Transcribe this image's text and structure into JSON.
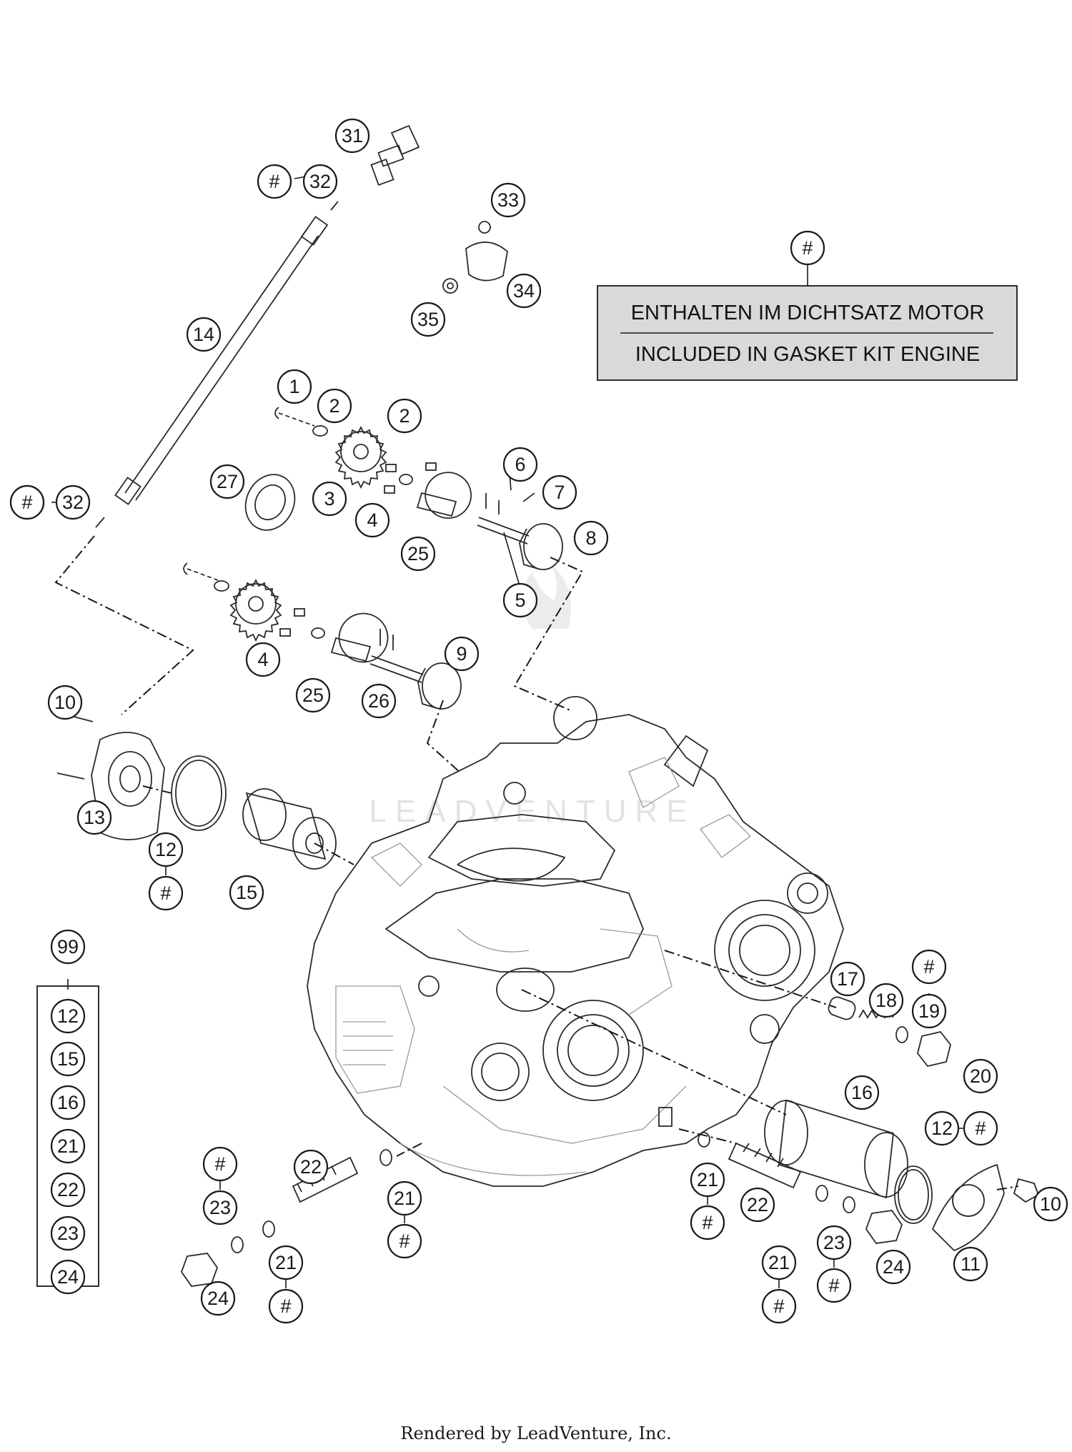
{
  "note_box": {
    "marker": "#",
    "line1": "ENTHALTEN IM DICHTSATZ MOTOR",
    "line2": "INCLUDED IN GASKET KIT ENGINE"
  },
  "kit": {
    "label": "99",
    "items": [
      "12",
      "15",
      "16",
      "21",
      "22",
      "23",
      "24"
    ]
  },
  "callouts": [
    "31",
    "#",
    "32",
    "33",
    "34",
    "35",
    "14",
    "#",
    "1",
    "2",
    "2",
    "6",
    "7",
    "27",
    "3",
    "4",
    "25",
    "8",
    "5",
    "#",
    "32",
    "4",
    "25",
    "26",
    "9",
    "10",
    "13",
    "12",
    "#",
    "15",
    "17",
    "18",
    "#",
    "19",
    "20",
    "16",
    "12",
    "#",
    "10",
    "11",
    "#",
    "23",
    "22",
    "21",
    "#",
    "21",
    "#",
    "24",
    "21",
    "#",
    "22",
    "21",
    "#",
    "23",
    "#",
    "24"
  ],
  "watermark": "LEADVENTURE",
  "footer": "Rendered by LeadVenture, Inc."
}
